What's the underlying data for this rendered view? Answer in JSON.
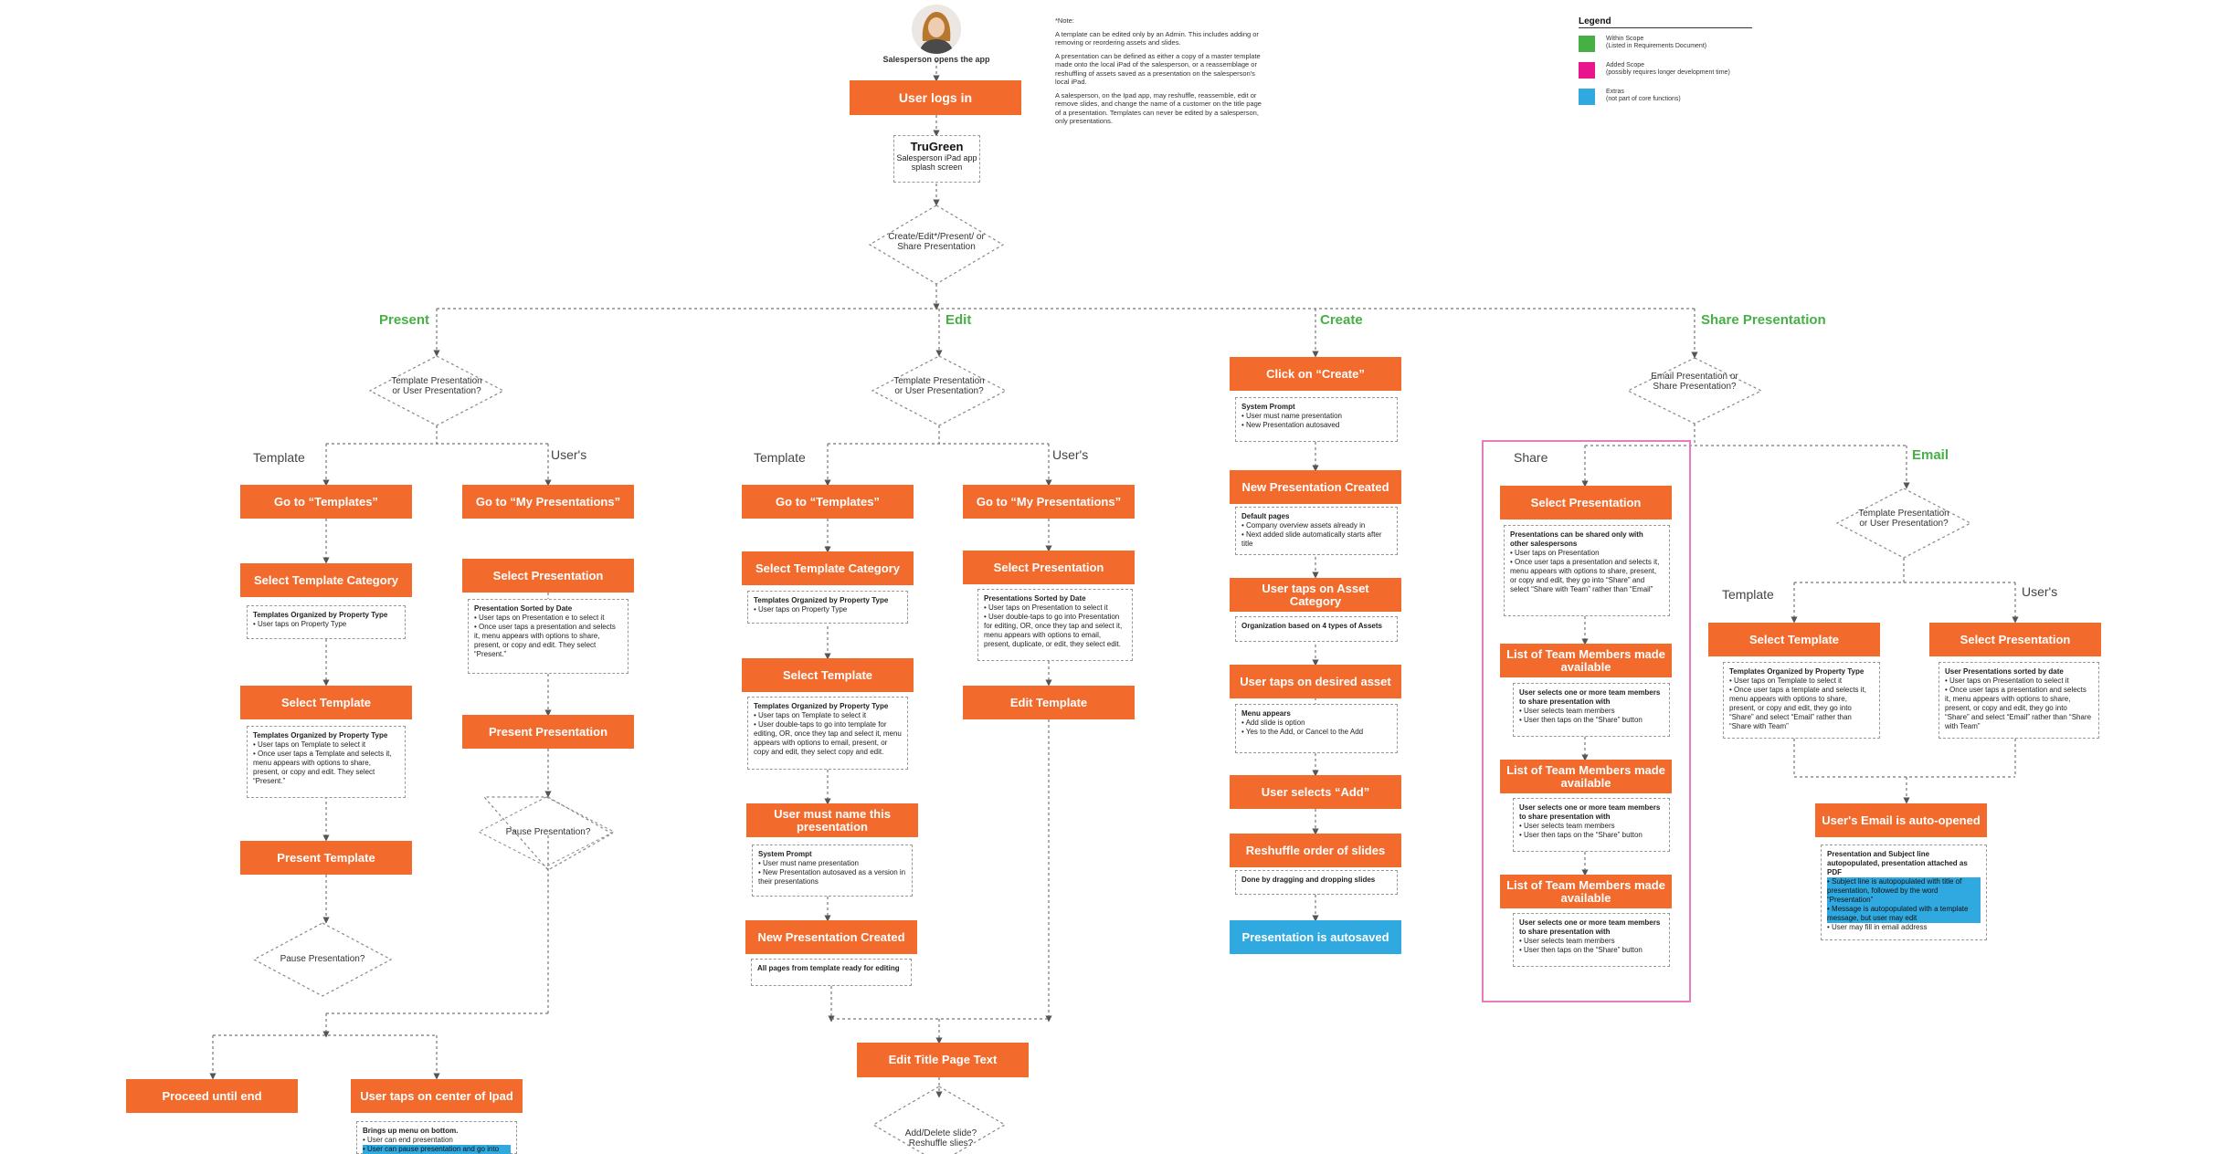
{
  "start": {
    "caption": "Salesperson opens the app"
  },
  "login": "User logs in",
  "splash": {
    "title": "TruGreen",
    "sub": "Salesperson iPad app splash screen"
  },
  "mainDecision": "Create/Edit*/Present/ or Share Presentation",
  "notes": {
    "head": "*Note:",
    "p1": "A template can be edited only by an Admin. This includes adding or removing or reordering assets and slides.",
    "p2": "A presentation can be defined as either a copy of a master template made onto the local iPad of the salesperson, or a reassemblage or reshuffling of assets saved as a presentation on the salesperson's local iPad.",
    "p3": "A salesperson, on the Ipad app, may reshuffle, reassemble, edit or remove slides, and change the name of a customer on the title page of a presentation. Templates can never be edited by a salesperson, only presentations."
  },
  "legend": {
    "title": "Legend",
    "items": [
      {
        "color": "#46b046",
        "label": "Within Scope",
        "sub": "(Listed in Requirements Document)"
      },
      {
        "color": "#e8158c",
        "label": "Added Scope",
        "sub": "(possibly requires longer development time)"
      },
      {
        "color": "#2fa9e0",
        "label": "Extras",
        "sub": "(not part of core functions)"
      }
    ]
  },
  "branches": {
    "present": "Present",
    "edit": "Edit",
    "create": "Create",
    "share": "Share Presentation",
    "email": "Email",
    "shareSub": "Share"
  },
  "present": {
    "decision": "Template Presentation or User Presentation?",
    "tpl": "Template",
    "usr": "User's",
    "goTemplates": "Go to “Templates”",
    "goMy": "Go to “My Presentations”",
    "selCat": "Select Template Category",
    "selCatNote": {
      "h": "Templates Organized by Property Type",
      "items": [
        "• User taps on Property Type"
      ]
    },
    "selTpl": "Select Template",
    "selTplNote": {
      "h": "Templates Organized by Property Type",
      "items": [
        "• User taps on Template to select it",
        "• Once user taps a Template and selects it, menu appears with options to share, present, or copy and edit. They select “Present.”"
      ]
    },
    "presentTpl": "Present Template",
    "pause1": "Pause Presentation?",
    "selPres": "Select Presentation",
    "selPresNote": {
      "h": "Presentation Sorted by Date",
      "items": [
        "• User taps on Presentation e to select it",
        "• Once user taps a presentation and selects it, menu appears with options to share, present, or copy and edit. They select “Present.”"
      ]
    },
    "presentPres": "Present Presentation",
    "pause2": "Pause Presentation?",
    "proceed": "Proceed until end",
    "tapCenter": "User taps on center of Ipad",
    "tapNote": {
      "h": "Brings up menu on bottom.",
      "items": [
        "• User can end presentation"
      ],
      "hl": "• User can pause presentation and go into"
    }
  },
  "edit": {
    "decision": "Template Presentation or User Presentation?",
    "tpl": "Template",
    "usr": "User's",
    "goTemplates": "Go to “Templates”",
    "goMy": "Go to “My Presentations”",
    "selCat": "Select Template Category",
    "selCatNote": {
      "h": "Templates Organized by Property Type",
      "items": [
        "• User taps on Property Type"
      ]
    },
    "selTpl": "Select Template",
    "selTplNote": {
      "h": "Templates Organized by Property Type",
      "items": [
        "• User taps on Template to select it",
        "• User double-taps to go into template for editing, OR, once they tap and select it, menu appears with options to email, present, or copy and edit, they select copy and edit."
      ]
    },
    "mustName": "User must name this presentation",
    "mustNameNote": {
      "h": "System Prompt",
      "items": [
        "• User must name presentation",
        "• New Presentation autosaved as a version in their presentations"
      ]
    },
    "newCreated": "New Presentation Created",
    "newCreatedNote": {
      "h": "All pages from template ready for editing",
      "items": []
    },
    "selPres": "Select Presentation",
    "selPresNote": {
      "h": "Presentations Sorted by Date",
      "items": [
        "• User taps on Presentation to select it",
        "• User double-taps to go into Presentation for editing, OR, once they tap and select it, menu appears with options to email, present, duplicate, or edit, they select edit."
      ]
    },
    "editTpl": "Edit Template",
    "editTitle": "Edit Title Page Text",
    "addDel": "Add/Delete slide? Reshuffle slies?"
  },
  "create": {
    "click": "Click on “Create”",
    "clickNote": {
      "h": "System Prompt",
      "items": [
        "• User must name presentation",
        "• New Presentation autosaved"
      ]
    },
    "newCreated": "New Presentation Created",
    "newCreatedNote": {
      "h": "Default pages",
      "items": [
        "• Company overview assets already in",
        "• Next added slide automatically starts after title"
      ]
    },
    "assetCat": "User taps on Asset Category",
    "assetCatNote": {
      "h": "Organization based on  4 types of Assets",
      "items": []
    },
    "desired": "User taps on desired asset",
    "desiredNote": {
      "h": "Menu appears",
      "items": [
        "• Add slide is option",
        "• Yes to the Add, or Cancel to the Add"
      ]
    },
    "selAdd": "User selects “Add”",
    "reshuffle": "Reshuffle order of slides",
    "reshuffleNote": {
      "h": "Done by dragging and dropping slides",
      "items": []
    },
    "autosaved": "Presentation is autosaved"
  },
  "share": {
    "decision": "Email Presentation or Share Presentation?",
    "selPres": "Select Presentation",
    "selPresNote": {
      "h": "Presentations can be shared only with other salespersons",
      "items": [
        "• User taps on Presentation",
        "• Once user taps a presentation and selects it, menu appears with options to share, present, or copy and edit, they go into “Share” and select “Share with Team” rather than “Email”"
      ]
    },
    "teamList": "List of Team Members made available",
    "teamNote": {
      "h": "User selects one or more team members to share presentation with",
      "items": [
        "• User selects team members",
        "• User then taps on the “Share” button"
      ]
    }
  },
  "email": {
    "decision": "Template Presentation or User Presentation?",
    "tpl": "Template",
    "usr": "User's",
    "selTpl": "Select Template",
    "selTplNote": {
      "h": "Templates Organized by Property Type",
      "items": [
        "• User taps on Template to select it",
        "• Once user taps a template and selects it, menu appears with options to share, present, or copy and edit, they go into “Share” and select “Email” rather than “Share with Team”"
      ]
    },
    "selPres": "Select Presentation",
    "selPresNote": {
      "h": "User Presentations sorted by date",
      "items": [
        "• User taps on Presentation to select it",
        "• Once user taps a presentation and selects it, menu appears with options to share, present, or copy and edit, they go into “Share” and select “Email” rather than “Share with Team”"
      ]
    },
    "autoOpen": "User's Email is auto-opened",
    "autoNote": {
      "h": "Presentation and Subject line autopopulated, presentation attached as PDF",
      "hl1": "• Subject line is autopopulated with title of presentation, followed by the word “Presentation”",
      "hl2": "• Message is autopopulated with a template message, but user may edit",
      "items": [
        "• User may fill in email address"
      ]
    }
  }
}
